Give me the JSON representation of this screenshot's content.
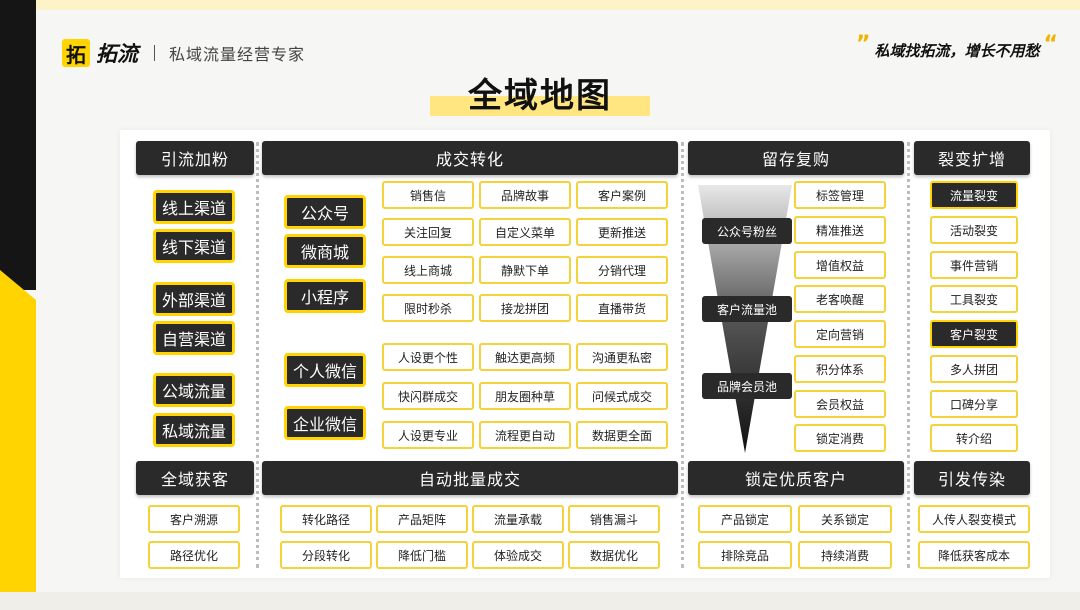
{
  "header": {
    "logo_char": "拓",
    "logo_name": "拓流",
    "tagline": "私域流量经营专家",
    "slogan": "私域找拓流，增长不用愁",
    "quote_open": "”",
    "quote_close": "“"
  },
  "title": "全域地图",
  "columns": {
    "col1": {
      "header": "引流加粉",
      "items": [
        "线上渠道",
        "线下渠道",
        "外部渠道",
        "自营渠道",
        "公域流量",
        "私域流量"
      ]
    },
    "col2": {
      "header": "成交转化",
      "left_labels": [
        "公众号",
        "微商城",
        "小程序",
        "个人微信",
        "企业微信"
      ],
      "grid": [
        [
          "销售信",
          "品牌故事",
          "客户案例"
        ],
        [
          "关注回复",
          "自定义菜单",
          "更新推送"
        ],
        [
          "线上商城",
          "静默下单",
          "分销代理"
        ],
        [
          "限时秒杀",
          "接龙拼团",
          "直播带货"
        ],
        [
          "人设更个性",
          "触达更高频",
          "沟通更私密"
        ],
        [
          "快闪群成交",
          "朋友圈种草",
          "问候式成交"
        ],
        [
          "人设更专业",
          "流程更自动",
          "数据更全面"
        ]
      ]
    },
    "col3": {
      "header": "留存复购",
      "funnel_labels": [
        "公众号粉丝",
        "客户流量池",
        "品牌会员池"
      ],
      "items": [
        "标签管理",
        "精准推送",
        "增值权益",
        "老客唤醒",
        "定向营销",
        "积分体系",
        "会员权益",
        "锁定消费"
      ]
    },
    "col4": {
      "header": "裂变扩增",
      "items": [
        "流量裂变",
        "活动裂变",
        "事件营销",
        "工具裂变",
        "客户裂变",
        "多人拼团",
        "口碑分享",
        "转介绍"
      ],
      "dark_items": [
        0,
        4
      ]
    }
  },
  "bottom": {
    "b1": {
      "header": "全域获客",
      "items": [
        "客户溯源",
        "路径优化"
      ]
    },
    "b2": {
      "header": "自动批量成交",
      "items": [
        "转化路径",
        "产品矩阵",
        "流量承载",
        "销售漏斗",
        "分段转化",
        "降低门槛",
        "体验成交",
        "数据优化"
      ]
    },
    "b3": {
      "header": "锁定优质客户",
      "items": [
        "产品锁定",
        "关系锁定",
        "排除竞品",
        "持续消费"
      ]
    },
    "b4": {
      "header": "引发传染",
      "items": [
        "人传人裂变模式",
        "降低获客成本"
      ]
    }
  },
  "colors": {
    "accent": "#ffd400",
    "dark": "#2a2a2a",
    "border": "#f3d23b"
  }
}
